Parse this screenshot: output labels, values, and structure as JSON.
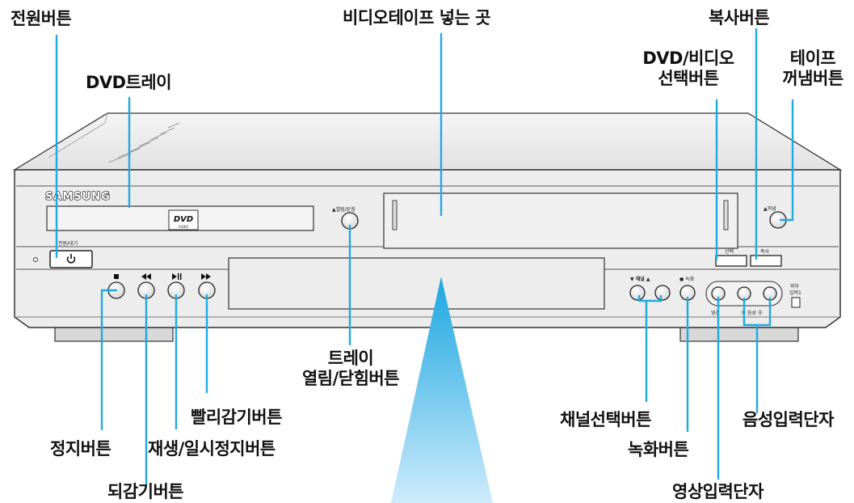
{
  "labels": {
    "power_button": "전원버튼",
    "dvd_tray": "DVD트레이",
    "video_tape_slot": "비디오테이프 넣는 곳",
    "copy_button": "복사버튼",
    "dvd_video_select_line1": "DVD/비디오",
    "dvd_video_select_line2": "선택버튼",
    "tape_eject_line1": "테이프",
    "tape_eject_line2": "꺼냄버튼",
    "tray_open_close_line1": "트레이",
    "tray_open_close_line2": "열림/닫힘버튼",
    "fast_forward_button": "빨리감기버튼",
    "play_pause_button": "재생/일시정지버튼",
    "stop_button": "정지버튼",
    "rewind_button": "되감기버튼",
    "channel_select_button": "채널선택버튼",
    "record_button": "녹화버튼",
    "audio_input_jack": "음성입력단자",
    "video_input_jack": "영상입력단자"
  },
  "device": {
    "brand": "SAMSUNG",
    "dvd_logo": "DVD",
    "dvd_logo_sub": "VIDEO",
    "panel_power_label": "전원/대기",
    "panel_open_close_label": "▲열림/닫힘",
    "panel_eject_label": "▲꺼냄",
    "panel_select_label": "선택",
    "panel_copy_label": "복사",
    "panel_channel_label": "▼ 채널 ▲",
    "panel_record_label": "● 녹화",
    "panel_video_label": "영상",
    "panel_audio_label": "Ⓛ 음성 Ⓡ",
    "panel_external_label_1": "외부",
    "panel_external_label_2": "입력1"
  },
  "colors": {
    "leader_line": "#1fa9e1",
    "beam_top": "#1fa9e1",
    "beam_bottom": "#cfeefd",
    "body": "#ececec",
    "outline": "#333333"
  }
}
